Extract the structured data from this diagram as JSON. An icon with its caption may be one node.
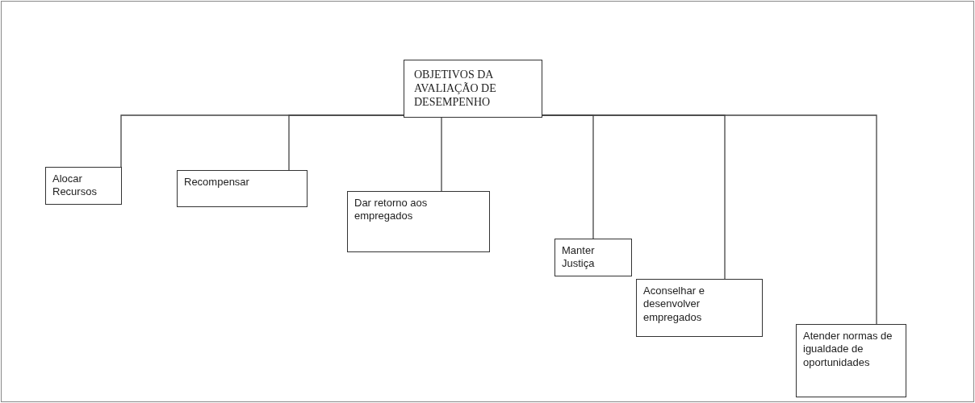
{
  "diagram": {
    "nodes": [
      {
        "text": [
          "OBJETIVOS DA AVALIAÇÃO DE DESEMPENHO"
        ]
      },
      {
        "text": [
          "Alocar Recursos"
        ]
      },
      {
        "text": [
          "Recompensar"
        ]
      },
      {
        "text": [
          "Dar retorno aos empregados"
        ]
      },
      {
        "text": [
          "Manter Justiça"
        ]
      },
      {
        "text": [
          "Aconselhar e desenvolver empregados"
        ]
      },
      {
        "text": [
          "Atender normas de igualdade de oportunidades"
        ]
      }
    ],
    "edges": [
      {
        "from": 0,
        "to": 1,
        "arrow": "none"
      },
      {
        "from": 0,
        "to": 2,
        "arrow": "none"
      },
      {
        "from": 0,
        "to": 3,
        "arrow": "none"
      },
      {
        "from": 0,
        "to": 4,
        "arrow": "none"
      },
      {
        "from": 0,
        "to": 5,
        "arrow": "none"
      },
      {
        "from": 0,
        "to": 6,
        "arrow": "none"
      }
    ]
  }
}
